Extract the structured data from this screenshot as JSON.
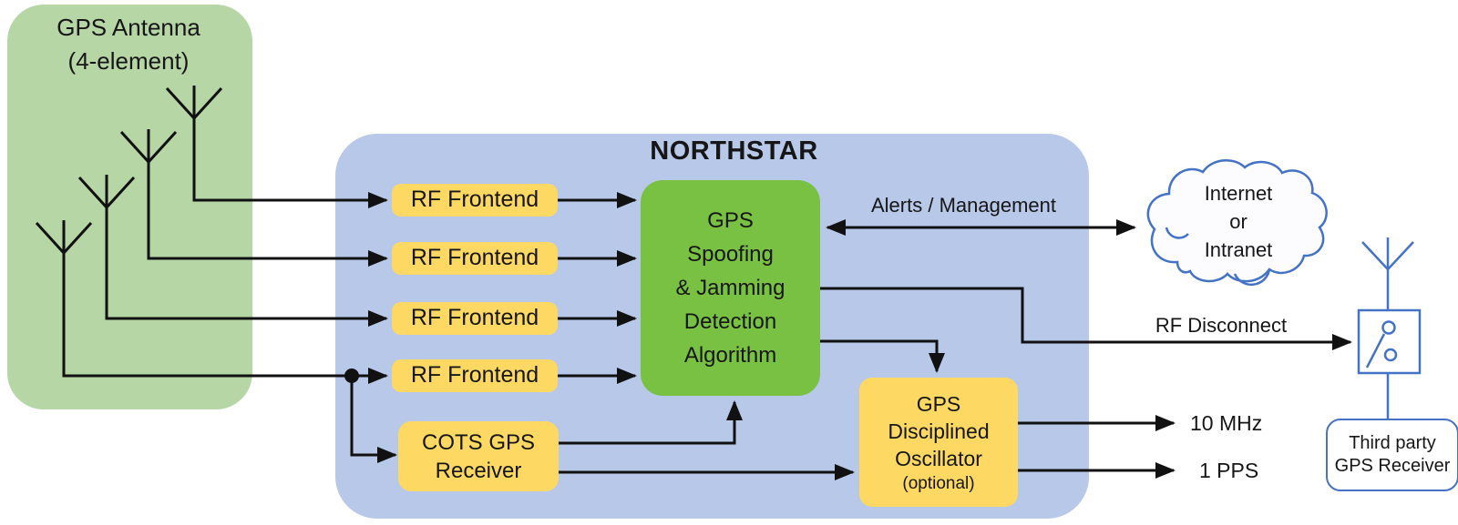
{
  "colors": {
    "panel_green": "#b6d6a6",
    "panel_blue": "#b7c8e8",
    "box_yellow": "#fdd863",
    "box_green": "#79c142",
    "outline_blue": "#4472c4",
    "line_black": "#111111",
    "text_black": "#161616"
  },
  "antenna_panel": {
    "title_line1": "GPS Antenna",
    "title_line2": "(4-element)"
  },
  "northstar": {
    "title": "NORTHSTAR",
    "rf_frontends": [
      {
        "label": "RF Frontend"
      },
      {
        "label": "RF Frontend"
      },
      {
        "label": "RF Frontend"
      },
      {
        "label": "RF Frontend"
      }
    ],
    "cots_receiver": {
      "line1": "COTS GPS",
      "line2": "Receiver"
    },
    "algorithm": {
      "line1": "GPS",
      "line2": "Spoofing",
      "line3": "& Jamming",
      "line4": "Detection",
      "line5": "Algorithm"
    },
    "oscillator": {
      "line1": "GPS",
      "line2": "Disciplined",
      "line3": "Oscillator",
      "note": "(optional)"
    }
  },
  "labels": {
    "alerts": "Alerts / Management",
    "rf_disconnect": "RF Disconnect",
    "out_10mhz": "10 MHz",
    "out_1pps": "1 PPS"
  },
  "cloud": {
    "line1": "Internet",
    "line2": "or",
    "line3": "Intranet"
  },
  "third_party": {
    "line1": "Third party",
    "line2": "GPS Receiver"
  }
}
